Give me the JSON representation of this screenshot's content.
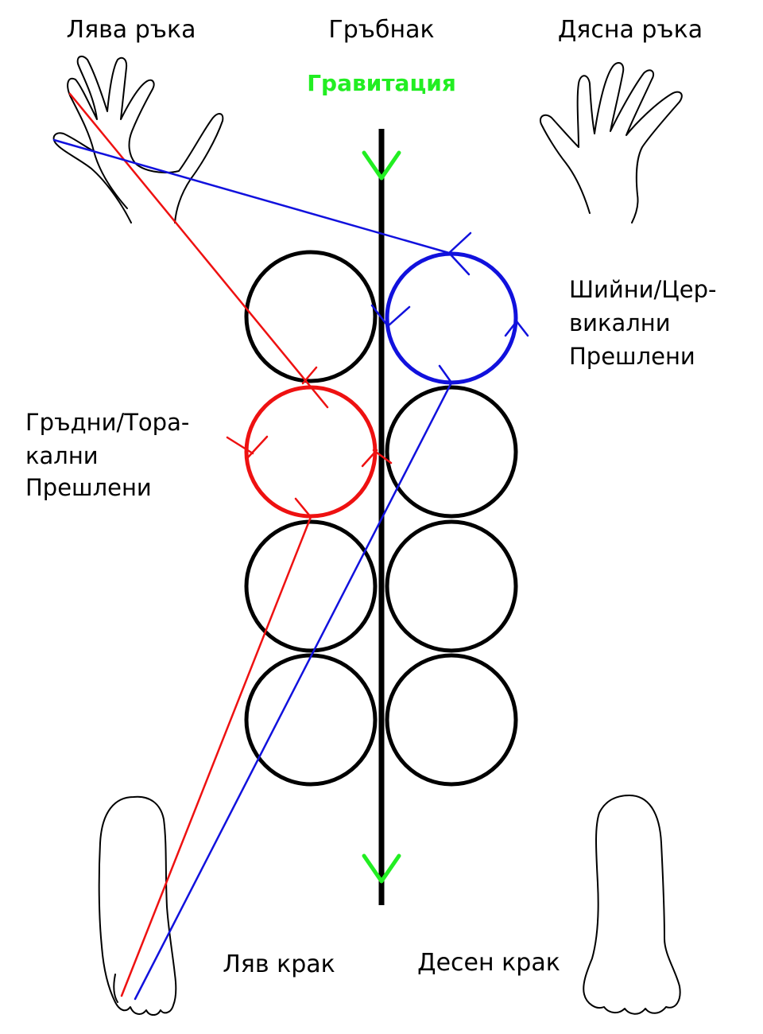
{
  "labels": {
    "left_hand": "Лява ръка",
    "spine": "Гръбнак",
    "right_hand": "Дясна ръка",
    "gravity": "Гравитация",
    "cervical": [
      "Шийни/Цер-",
      "викални",
      "Прешлени"
    ],
    "thoracic": [
      "Гръдни/Тора-",
      "кални",
      "Прешлени"
    ],
    "left_leg": "Ляв крак",
    "right_leg": "Десен крак"
  },
  "colors": {
    "gravity": "#22ee22",
    "red_path": "#ee1111",
    "blue_path": "#1111dd",
    "vertebra": "#000000"
  },
  "vertebrae": {
    "rows": 4,
    "columns": [
      "left",
      "right"
    ],
    "highlighted": [
      {
        "column": "right",
        "row": 1,
        "color": "blue",
        "label": "cervical"
      },
      {
        "column": "left",
        "row": 2,
        "color": "red",
        "label": "thoracic"
      }
    ]
  },
  "paths": [
    {
      "color": "red",
      "connects": "left hand → thoracic vertebra → left foot"
    },
    {
      "color": "blue",
      "connects": "left hand → cervical vertebra → left foot"
    }
  ],
  "icons": [
    "left-hand-icon",
    "right-hand-icon",
    "left-foot-icon",
    "right-foot-icon",
    "gravity-arrow-icon"
  ]
}
